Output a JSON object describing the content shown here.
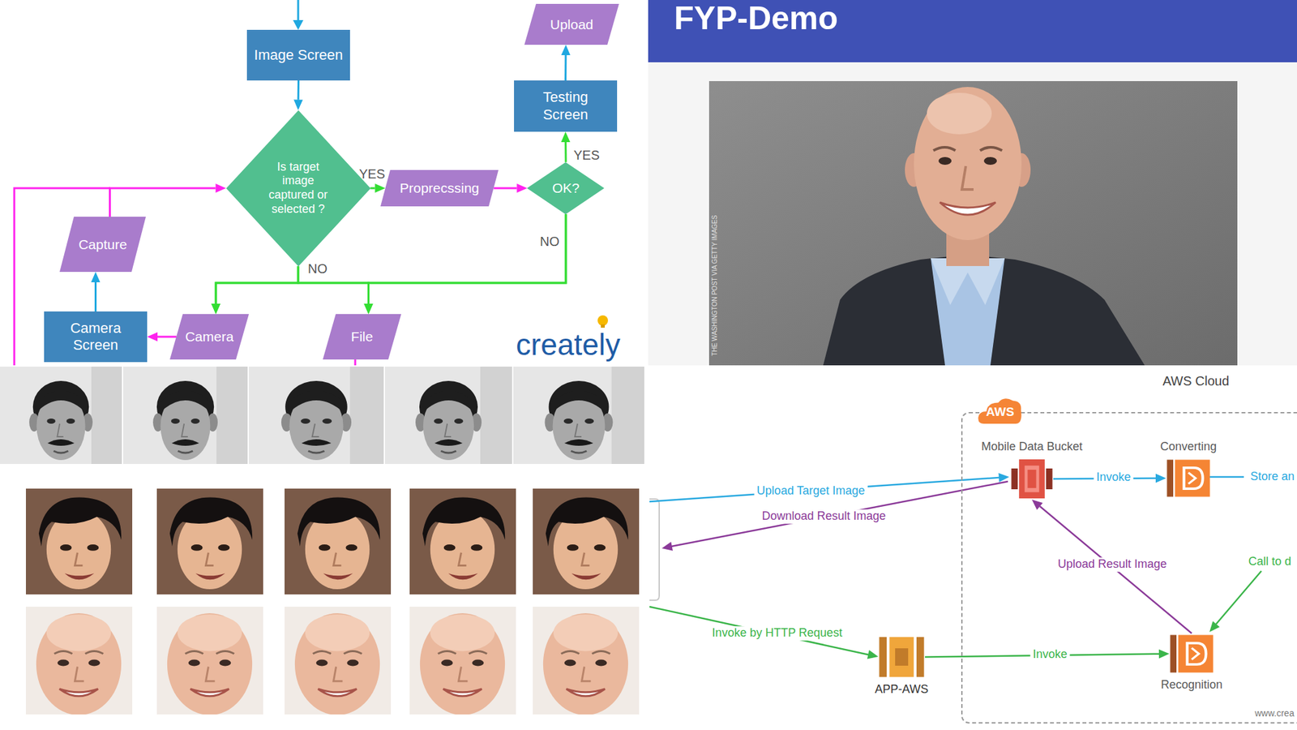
{
  "diagram": {
    "nodes": [
      {
        "text": [
          "Image Screen"
        ]
      },
      {
        "text": [
          "Upload"
        ]
      },
      {
        "text": [
          "Testing Screen"
        ]
      },
      {
        "text": [
          "Is target image captured or selected ?"
        ]
      },
      {
        "text": [
          "Proprecssing"
        ]
      },
      {
        "text": [
          "OK?"
        ]
      },
      {
        "text": [
          "Capture"
        ]
      },
      {
        "text": [
          "Camera Screen"
        ]
      },
      {
        "text": [
          "Camera"
        ]
      },
      {
        "text": [
          "File"
        ]
      },
      {
        "text": [
          "FYP-Demo"
        ]
      },
      {
        "text": [
          "AWS Cloud"
        ]
      },
      {
        "text": [
          "AWS"
        ],
        "in": 11
      },
      {
        "text": [
          "Mobile Data Bucket"
        ],
        "in": 11
      },
      {
        "text": [
          "Converting"
        ],
        "in": 11
      },
      {
        "text": [
          "Recognition"
        ],
        "in": 11
      },
      {
        "text": [
          "APP-AWS"
        ]
      }
    ],
    "edges": [
      {
        "from": 0,
        "to": 3,
        "arrow": "to"
      },
      {
        "from": 3,
        "to": 4,
        "label": "YES",
        "arrow": "to"
      },
      {
        "from": 4,
        "to": 5,
        "arrow": "to"
      },
      {
        "from": 5,
        "to": 2,
        "label": "YES",
        "arrow": "to"
      },
      {
        "from": 2,
        "to": 1,
        "arrow": "to"
      },
      {
        "from": 3,
        "to": 8,
        "label": "NO",
        "arrow": "to"
      },
      {
        "from": 3,
        "to": 9,
        "arrow": "to"
      },
      {
        "from": 5,
        "to": 8,
        "arrow": "to"
      },
      {
        "from": 5,
        "to": 9,
        "label": "NO",
        "arrow": "to"
      },
      {
        "from": 8,
        "to": 7,
        "arrow": "to"
      },
      {
        "from": 7,
        "to": 6,
        "arrow": "to"
      },
      {
        "from": 6,
        "to": 3,
        "arrow": "to"
      },
      {
        "from": 13,
        "to": 14,
        "label": "Invoke",
        "arrow": "to"
      },
      {
        "from": 15,
        "to": 13,
        "label": "Upload Result Image",
        "arrow": "to"
      },
      {
        "from": 16,
        "to": 15,
        "label": "Invoke",
        "arrow": "to"
      }
    ],
    "labels": [
      "creately",
      "THE WASHINGTON POST VIA GETTY IMAGES",
      "Upload Target Image",
      "Download Result Image",
      "Invoke by HTTP Request",
      "Store an",
      "Call to d",
      "www.crea"
    ]
  }
}
